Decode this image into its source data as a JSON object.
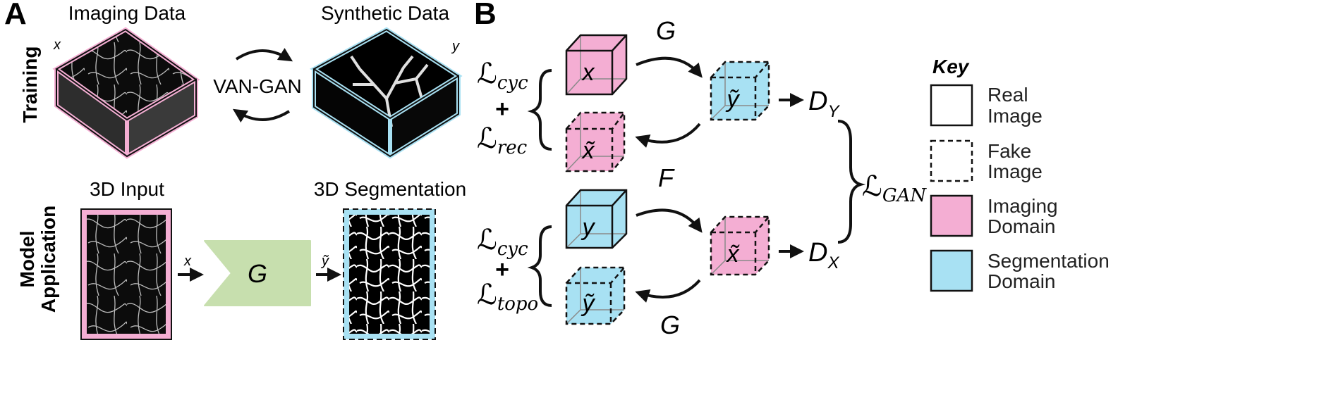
{
  "panels": {
    "a": "A",
    "b": "B"
  },
  "panel_a": {
    "row_training": "Training",
    "row_application_line1": "Model",
    "row_application_line2": "Application",
    "imaging_title": "Imaging Data",
    "synthetic_title": "Synthetic Data",
    "var_x": "x",
    "var_y": "y",
    "model_name": "VAN-GAN",
    "input_title": "3D Input",
    "seg_title": "3D Segmentation",
    "gen": "G",
    "arrow_x": "x",
    "arrow_y": "ỹ"
  },
  "panel_b": {
    "gen_g": "G",
    "gen_f": "F",
    "cube_x": "x",
    "cube_y": "y",
    "cube_x_fake": "x̃",
    "cube_y_fake": "ỹ",
    "d_y_main": "D",
    "d_y_sub": "Y",
    "d_x_main": "D",
    "d_x_sub": "X",
    "loss_script": "ℒ",
    "loss_cyc": "cyc",
    "loss_rec": "rec",
    "loss_topo": "topo",
    "loss_gan": "GAN",
    "plus": "+"
  },
  "key": {
    "title": "Key",
    "items": [
      {
        "line1": "Real",
        "line2": "Image"
      },
      {
        "line1": "Fake",
        "line2": "Image"
      },
      {
        "line1": "Imaging",
        "line2": "Domain"
      },
      {
        "line1": "Segmentation",
        "line2": "Domain"
      }
    ]
  },
  "colors": {
    "imaging_pink": "#f4aed3",
    "segmentation_blue": "#a8e1f3",
    "generator_green": "#c7dfae",
    "ink": "#111111"
  }
}
